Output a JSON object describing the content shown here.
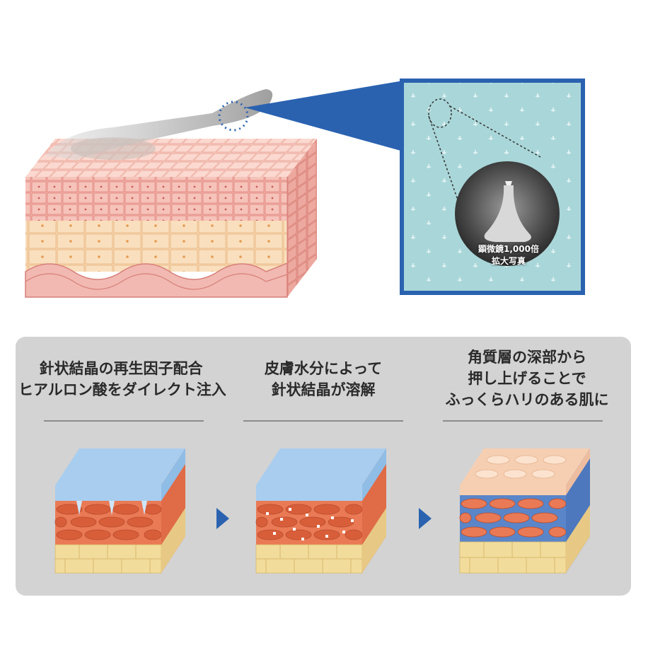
{
  "microscope": {
    "label_line1": "顕微鏡1,000倍",
    "label_line2": "拡大写真"
  },
  "steps": [
    {
      "line1": "針状結晶の再生因子配合",
      "line2": "ヒアルロン酸をダイレクト注入",
      "line3": ""
    },
    {
      "line1": "皮膚水分によって",
      "line2": "針状結晶が溶解",
      "line3": ""
    },
    {
      "line1": "角質層の深部から",
      "line2": "押し上げることで",
      "line3": "ふっくらハリのある肌に"
    }
  ],
  "colors": {
    "accent_blue": "#2a62b0",
    "panel_gray": "#d3d3d3",
    "skin_pink": "#f2b3a7",
    "skin_cell": "#f5cfa5",
    "fat_yellow": "#f2dc9c"
  }
}
